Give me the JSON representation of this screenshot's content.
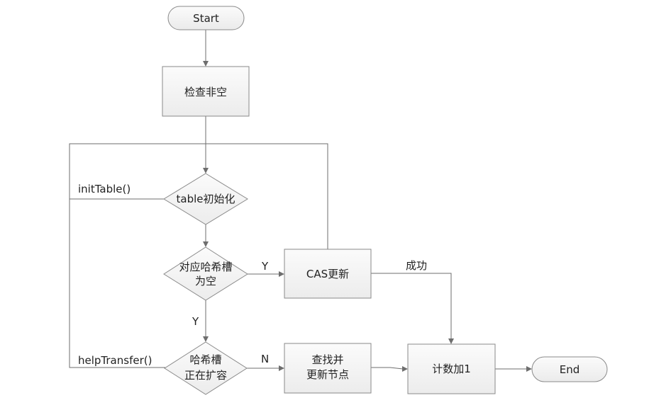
{
  "diagram": {
    "nodes": {
      "start": "Start",
      "check_nonempty": "检查非空",
      "table_init": "table初始化",
      "slot_empty_1": "对应哈希槽",
      "slot_empty_2": "为空",
      "cas_update": "CAS更新",
      "slot_migrating_1": "哈希槽",
      "slot_migrating_2": "正在扩容",
      "find_update_1": "查找并",
      "find_update_2": "更新节点",
      "count_add": "计数加1",
      "end": "End"
    },
    "edge_labels": {
      "init_table": "initTable()",
      "help_transfer": "helpTransfer()",
      "yes_to_cas": "Y",
      "yes_down": "Y",
      "no_to_find": "N",
      "success": "成功"
    }
  }
}
